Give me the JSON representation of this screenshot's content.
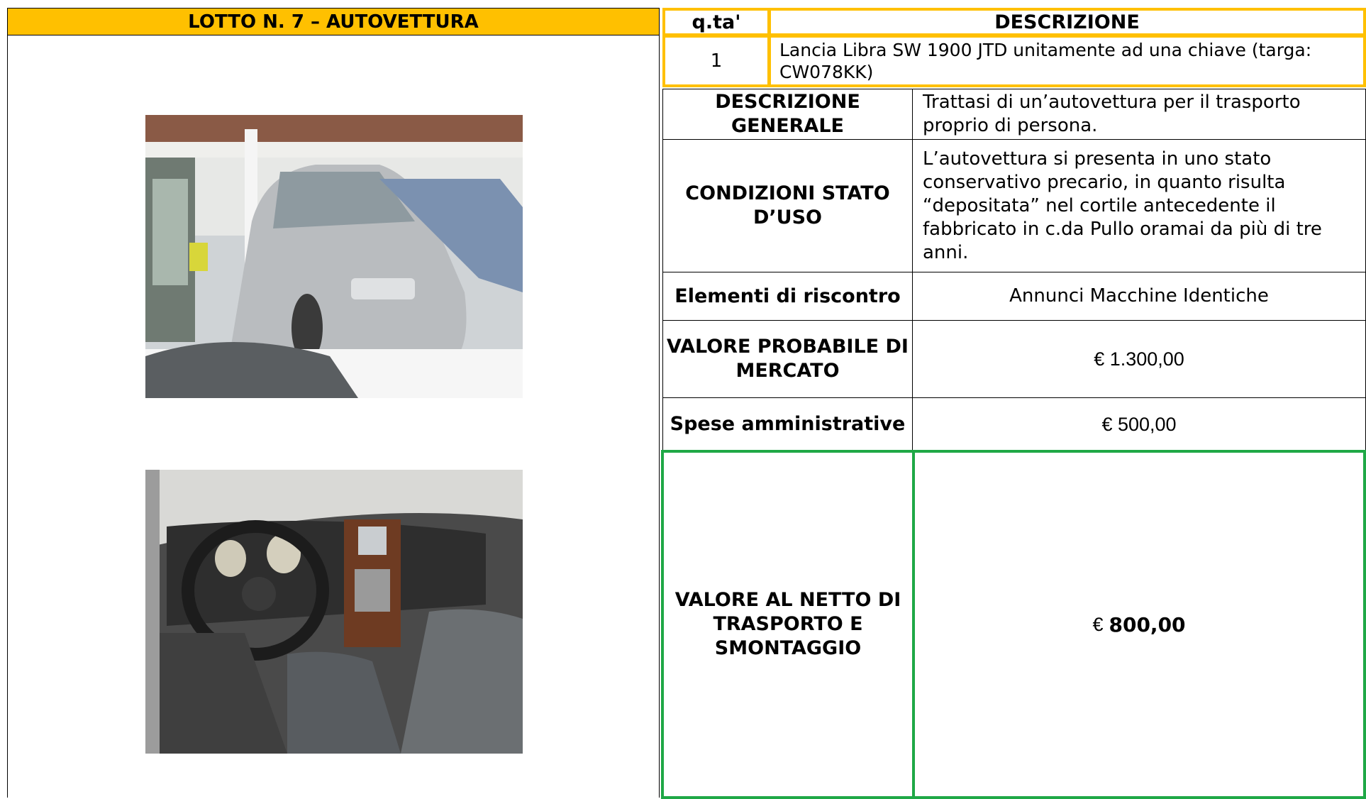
{
  "lot": {
    "title": "LOTTO N. 7 – AUTOVETTURA"
  },
  "table": {
    "qty_header": "q.ta'",
    "desc_header": "DESCRIZIONE",
    "qty_value": "1",
    "item_text": "Lancia Libra  SW 1900 JTD  unitamente ad una chiave (targa: CW078KK)",
    "rows": [
      {
        "label": "DESCRIZIONE GENERALE",
        "value": "Trattasi di un’autovettura per il trasporto proprio di persona."
      },
      {
        "label": "CONDIZIONI STATO D’USO",
        "value": "L’autovettura si presenta in uno stato conservativo precario, in quanto risulta “depositata” nel cortile antecedente il fabbricato in c.da Pullo oramai da più di tre anni."
      },
      {
        "label": "Elementi di riscontro",
        "value": "Annunci Macchine Identiche"
      },
      {
        "label": "VALORE PROBABILE DI MERCATO",
        "value": "€ 1.300,00"
      },
      {
        "label": "Spese amministrative",
        "value": "€ 500,00"
      },
      {
        "label": "VALORE AL NETTO DI TRASPORTO E SMONTAGGIO",
        "value_symbol": "€",
        "value_amount": "800,00"
      }
    ]
  },
  "colors": {
    "header_orange": "#ffc000",
    "highlight_green": "#1fa846"
  }
}
